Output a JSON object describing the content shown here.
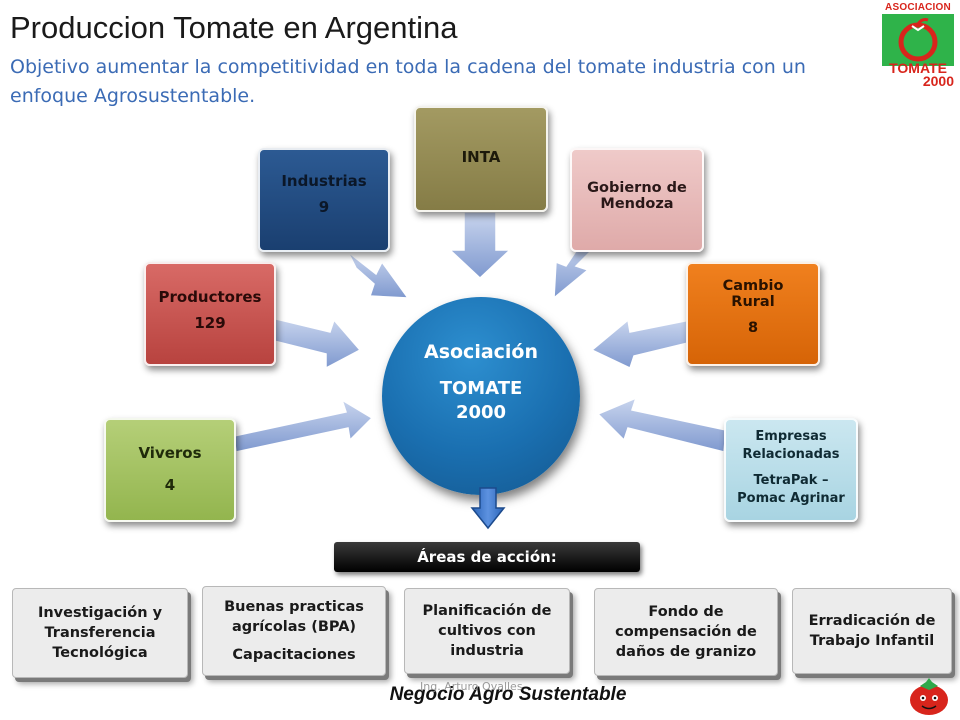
{
  "header": {
    "title": "Produccion Tomate en Argentina",
    "subtitle": "Objetivo aumentar la competitividad en toda la cadena del tomate industria con un enfoque Agrosustentable."
  },
  "logo": {
    "top": "ASOCIACION",
    "bottom_line1": "TOMATE",
    "bottom_line2": "2000"
  },
  "center": {
    "line1": "Asociación",
    "line2": "TOMATE",
    "line3": "2000"
  },
  "nodes": {
    "viveros": {
      "name": "Viveros",
      "value": "4"
    },
    "productores": {
      "name": "Productores",
      "value": "129"
    },
    "industrias": {
      "name": "Industrias",
      "value": "9"
    },
    "inta": {
      "name": "INTA"
    },
    "gobierno": {
      "name_line1": "Gobierno de",
      "name_line2": "Mendoza"
    },
    "cambio": {
      "name_line1": "Cambio",
      "name_line2": "Rural",
      "value": "8"
    },
    "empresas": {
      "name_line1": "Empresas",
      "name_line2": "Relacionadas",
      "detail_line1": "TetraPak –",
      "detail_line2": "Pomac Agrinar"
    }
  },
  "areas": {
    "label": "Áreas de acción:",
    "items": [
      {
        "line1": "Investigación y",
        "line2": "Transferencia",
        "line3": "Tecnológica"
      },
      {
        "line1": "Buenas practicas",
        "line2": "agrícolas (BPA)",
        "line3": "Capacitaciones"
      },
      {
        "line1": "Planificación de",
        "line2": "cultivos con",
        "line3": "industria"
      },
      {
        "line1": "Fondo de",
        "line2": "compensación de",
        "line3": "daños de granizo"
      },
      {
        "line1": "Erradicación de",
        "line2": "Trabajo Infantil"
      }
    ]
  },
  "footer": {
    "text": "Negocio Agro Sustentable",
    "author": "Ing. Arturo Ovalles"
  },
  "colors": {
    "viveros": "#9bbb59",
    "productores": "#c0504d",
    "industrias": "#1f497d",
    "inta": "#938953",
    "gobierno": "#e6b9b8",
    "cambio": "#e36c09",
    "empresas": "#b7dde8",
    "center": "#1a6fb0",
    "arrow": "#8ea6d6",
    "title_blue": "#3b6bb5"
  }
}
